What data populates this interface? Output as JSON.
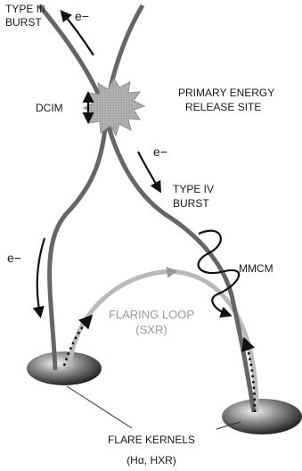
{
  "labels": {
    "type3_line1": "TYPE III",
    "type3_line2": "BURST",
    "electron_top": "e−",
    "dcim": "DCIM",
    "primary_line1": "PRIMARY ENERGY",
    "primary_line2": "RELEASE SITE",
    "electron_mid": "e−",
    "type4_line1": "TYPE IV",
    "type4_line2": "BURST",
    "electron_left": "e−",
    "mmcm": "MMCM",
    "flaring_line1": "FLARING LOOP",
    "flaring_line2": "(SXR)",
    "kernels_line1": "FLARE KERNELS",
    "kernels_line2": "(Hα, HXR)"
  },
  "colors": {
    "field_line": "#666666",
    "flaring_loop": "#b9b9b9",
    "arrow": "#111111",
    "label_text": "#1a1a1a",
    "flaring_text": "#9a9a9a",
    "starburst": "#a8a8a8"
  }
}
